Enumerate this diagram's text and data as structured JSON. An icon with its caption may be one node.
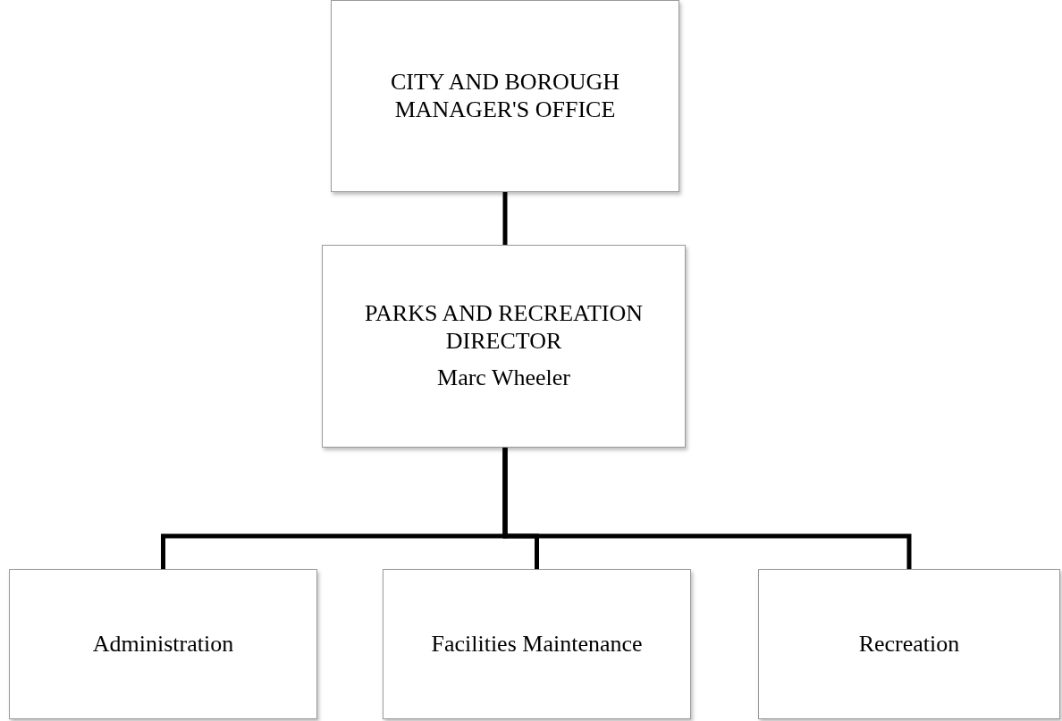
{
  "diagram": {
    "nodes": [
      {
        "text": [
          "CITY AND BOROUGH MANAGER'S OFFICE"
        ]
      },
      {
        "text": [
          "PARKS AND RECREATION DIRECTOR",
          "Marc Wheeler"
        ]
      },
      {
        "text": [
          "Administration"
        ]
      },
      {
        "text": [
          "Facilities Maintenance"
        ]
      },
      {
        "text": [
          "Recreation"
        ]
      }
    ],
    "edges": [
      {
        "from": 0,
        "to": 1,
        "arrow": "none"
      },
      {
        "from": 1,
        "to": 2,
        "arrow": "none"
      },
      {
        "from": 1,
        "to": 3,
        "arrow": "none"
      },
      {
        "from": 1,
        "to": 4,
        "arrow": "none"
      }
    ]
  }
}
